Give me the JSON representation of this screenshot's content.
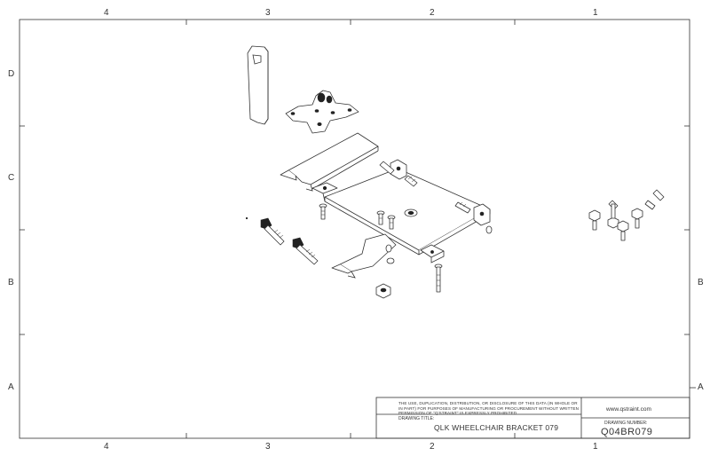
{
  "border": {
    "columns_top": [
      "4",
      "3",
      "2",
      "1"
    ],
    "columns_bottom": [
      "4",
      "3",
      "2",
      "1"
    ],
    "rows_left": [
      "D",
      "C",
      "B",
      "A"
    ],
    "rows_right": [
      "A",
      "B"
    ]
  },
  "title_block": {
    "notice": "THE USE, DUPLICATION, DISTRIBUTION, OR DISCLOSURE OF THIS DATA (IN WHOLE OR IN PART) FOR PURPOSES OF MANUFACTURING OR PROCUREMENT WITHOUT WRITTEN PERMISSION OF \"Q'STRAINT\" IS EXPRESSLY PROHIBITED",
    "drawing_title_caption": "DRAWING TITLE:",
    "drawing_title": "QLK WHEELCHAIR BRACKET 079",
    "company": "www.qstraint.com",
    "drawing_number_caption": "DRAWING NUMBER:",
    "drawing_number": "Q04BR079"
  }
}
